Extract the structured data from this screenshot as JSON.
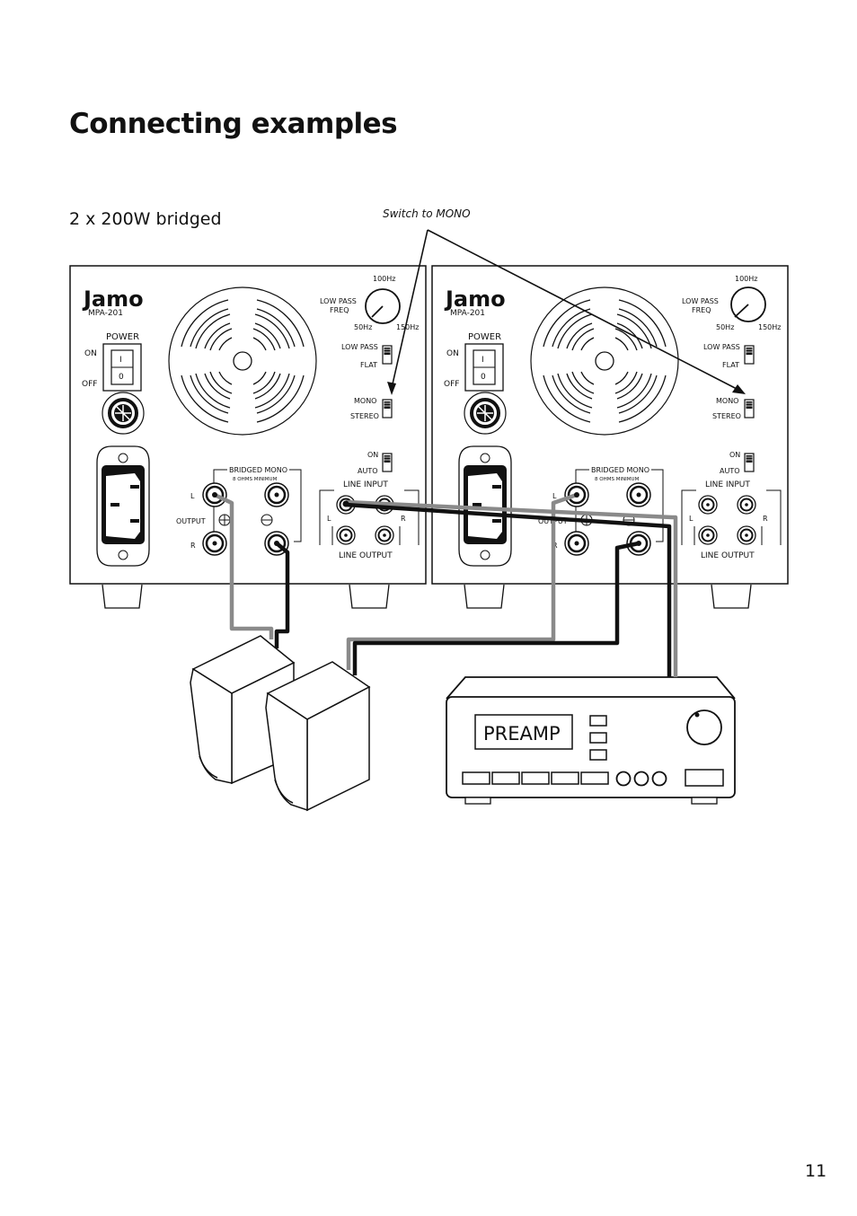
{
  "page": {
    "title": "Connecting examples",
    "subtitle": "2 x 200W bridged",
    "page_number": "11"
  },
  "diagram": {
    "callout": "Switch to MONO",
    "amplifiers": [
      {
        "brand": "Jamo",
        "model": "MPA-201",
        "power_label": "POWER",
        "on_label": "ON",
        "off_label": "OFF",
        "switch_i": "I",
        "switch_o": "0",
        "low_pass_freq": "LOW PASS\nFREQ",
        "freq_100": "100Hz",
        "freq_50": "50Hz",
        "freq_150": "150Hz",
        "low_pass": "LOW PASS",
        "flat": "FLAT",
        "mono": "MONO",
        "stereo": "STEREO",
        "on": "ON",
        "auto": "AUTO",
        "bridged_mono": "BRIDGED MONO",
        "ohms": "8 OHMS MINIMUM",
        "l": "L",
        "r": "R",
        "output": "OUTPUT",
        "line_input": "LINE INPUT",
        "line_output": "LINE OUTPUT"
      },
      {
        "brand": "Jamo",
        "model": "MPA-201",
        "power_label": "POWER",
        "on_label": "ON",
        "off_label": "OFF",
        "switch_i": "I",
        "switch_o": "0",
        "low_pass_freq": "LOW PASS\nFREQ",
        "freq_100": "100Hz",
        "freq_50": "50Hz",
        "freq_150": "150Hz",
        "low_pass": "LOW PASS",
        "flat": "FLAT",
        "mono": "MONO",
        "stereo": "STEREO",
        "on": "ON",
        "auto": "AUTO",
        "bridged_mono": "BRIDGED MONO",
        "ohms": "8 OHMS MINIMUM",
        "l": "L",
        "r": "R",
        "output": "OUTPUT",
        "line_input": "LINE INPUT",
        "line_output": "LINE OUTPUT"
      }
    ],
    "preamp_label": "PREAMP"
  }
}
